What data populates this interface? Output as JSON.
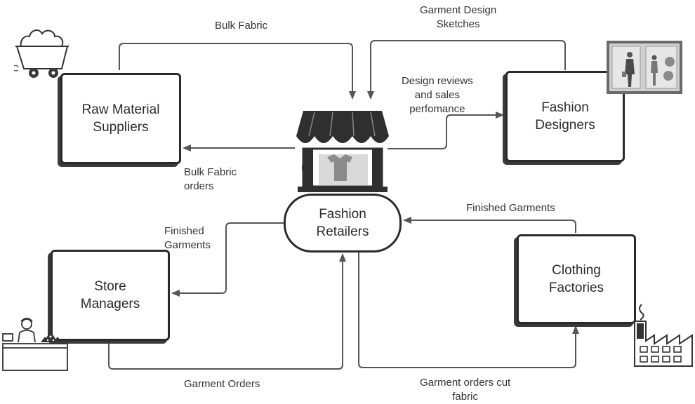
{
  "nodes": {
    "raw_material_suppliers": "Raw Material\nSuppliers",
    "fashion_designers": "Fashion\nDesigners",
    "fashion_retailers": "Fashion\nRetailers",
    "store_managers": "Store\nManagers",
    "clothing_factories": "Clothing\nFactories"
  },
  "edges": {
    "bulk_fabric": "Bulk Fabric",
    "garment_design_sketches": "Garment Design\nSketches",
    "design_reviews": "Design reviews\nand sales\nperfomance",
    "bulk_fabric_orders": "Bulk Fabric\norders",
    "finished_garments_left": "Finished\nGarments",
    "finished_garments_right": "Finished Garments",
    "garment_orders": "Garment Orders",
    "garment_orders_cut_fabric": "Garment orders cut\nfabric"
  },
  "icons": {
    "mine_cart": "mine-cart-icon",
    "store": "store-icon",
    "designer_photo": "designer-photo-icon",
    "shopkeeper": "shopkeeper-icon",
    "factory": "factory-icon"
  },
  "colors": {
    "stroke": "#2a2a2a",
    "arrow": "#555555",
    "text": "#2b2b2b"
  }
}
